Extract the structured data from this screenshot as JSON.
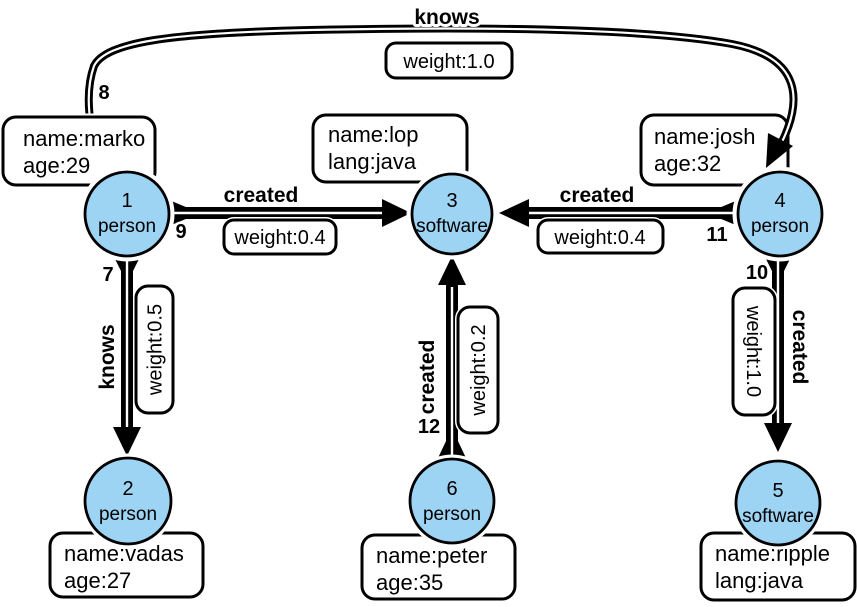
{
  "graph": {
    "vertices": [
      {
        "id": "1",
        "label": "person",
        "properties": [
          "name:marko",
          "age:29"
        ]
      },
      {
        "id": "2",
        "label": "person",
        "properties": [
          "name:vadas",
          "age:27"
        ]
      },
      {
        "id": "3",
        "label": "software",
        "properties": [
          "name:lop",
          "lang:java"
        ]
      },
      {
        "id": "4",
        "label": "person",
        "properties": [
          "name:josh",
          "age:32"
        ]
      },
      {
        "id": "5",
        "label": "software",
        "properties": [
          "name:ripple",
          "lang:java"
        ]
      },
      {
        "id": "6",
        "label": "person",
        "properties": [
          "name:peter",
          "age:35"
        ]
      }
    ],
    "edges": [
      {
        "id": "7",
        "label": "knows",
        "weight_label": "weight:0.5",
        "from": "1",
        "to": "2"
      },
      {
        "id": "8",
        "label": "knows",
        "weight_label": "weight:1.0",
        "from": "1",
        "to": "4"
      },
      {
        "id": "9",
        "label": "created",
        "weight_label": "weight:0.4",
        "from": "1",
        "to": "3"
      },
      {
        "id": "10",
        "label": "created",
        "weight_label": "weight:1.0",
        "from": "4",
        "to": "5"
      },
      {
        "id": "11",
        "label": "created",
        "weight_label": "weight:0.4",
        "from": "4",
        "to": "3"
      },
      {
        "id": "12",
        "label": "created",
        "weight_label": "weight:0.2",
        "from": "6",
        "to": "3"
      }
    ]
  },
  "colors": {
    "vertex_fill": "#9DD3F3",
    "outline": "#000000",
    "box_fill": "#ffffff",
    "background": "#ffffff"
  }
}
